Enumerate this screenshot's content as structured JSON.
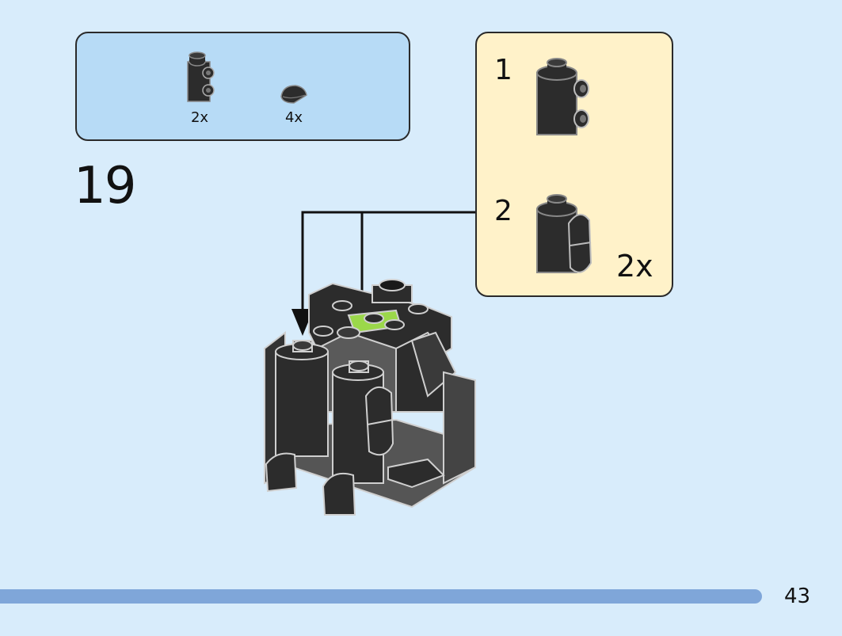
{
  "step": {
    "number": "19"
  },
  "parts": [
    {
      "icon": "brick-1x1-studs-side-icon",
      "quantity": "2x"
    },
    {
      "icon": "tile-quarter-round-icon",
      "quantity": "4x"
    }
  ],
  "substeps": [
    {
      "number": "1",
      "icon": "brick-1x1-studs-side-icon"
    },
    {
      "number": "2",
      "icon": "brick-1x1-with-round-tile-icon",
      "quantity": "2x"
    }
  ],
  "page": {
    "number": "43"
  },
  "colors": {
    "background": "#d8ecfb",
    "parts_box": "#b7dbf6",
    "substep_box": "#fff2c9",
    "brick": "#2c2c2c",
    "accent_green": "#9bd84a"
  }
}
